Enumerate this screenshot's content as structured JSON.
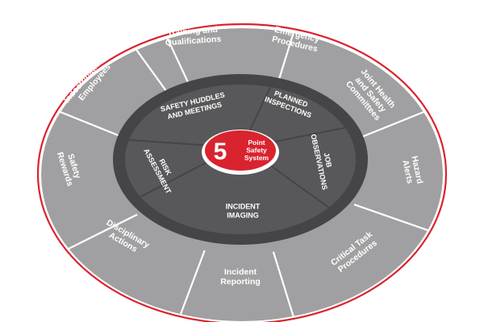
{
  "center": {
    "number": "5",
    "lines": [
      "Point",
      "Safety",
      "System"
    ],
    "color": "#d9232e"
  },
  "inner_segments": [
    {
      "id": "safety-huddles",
      "lines": [
        "SAFETY HUDDLES",
        "AND MEETINGS"
      ]
    },
    {
      "id": "planned-inspections",
      "lines": [
        "PLANNED",
        "INSPECTIONS"
      ]
    },
    {
      "id": "job-observations",
      "lines": [
        "JOB",
        "OBSERVATIONS"
      ]
    },
    {
      "id": "incident-imaging",
      "lines": [
        "INCIDENT",
        "IMAGING"
      ]
    },
    {
      "id": "risk-assessment",
      "lines": [
        "RISK",
        "ASSESSMENT"
      ]
    }
  ],
  "outer_segments": [
    {
      "id": "training",
      "lines": [
        "Training and",
        "Qualifications"
      ]
    },
    {
      "id": "emergency",
      "lines": [
        "Emergency",
        "Procedures"
      ]
    },
    {
      "id": "joint-health",
      "lines": [
        "Joint Health",
        "and Safety",
        "Committees"
      ]
    },
    {
      "id": "hazard-alerts",
      "lines": [
        "Hazard",
        "Alerts"
      ]
    },
    {
      "id": "critical-task",
      "lines": [
        "Critical Task",
        "Procedures"
      ]
    },
    {
      "id": "incident-reporting",
      "lines": [
        "Incident",
        "Reporting"
      ]
    },
    {
      "id": "disciplinary",
      "lines": [
        "Disciplinary",
        "Actions"
      ]
    },
    {
      "id": "safety-rewards",
      "lines": [
        "Safety",
        "Rewards"
      ]
    },
    {
      "id": "indoctrination",
      "lines": [
        "Indoctrination of",
        "Employees"
      ]
    }
  ],
  "colors": {
    "rim": "#d9232e",
    "outer_fill": "#a0a0a2",
    "inner_fill": "#58585a",
    "ring_dark": "#454547",
    "divider": "#ffffff"
  }
}
